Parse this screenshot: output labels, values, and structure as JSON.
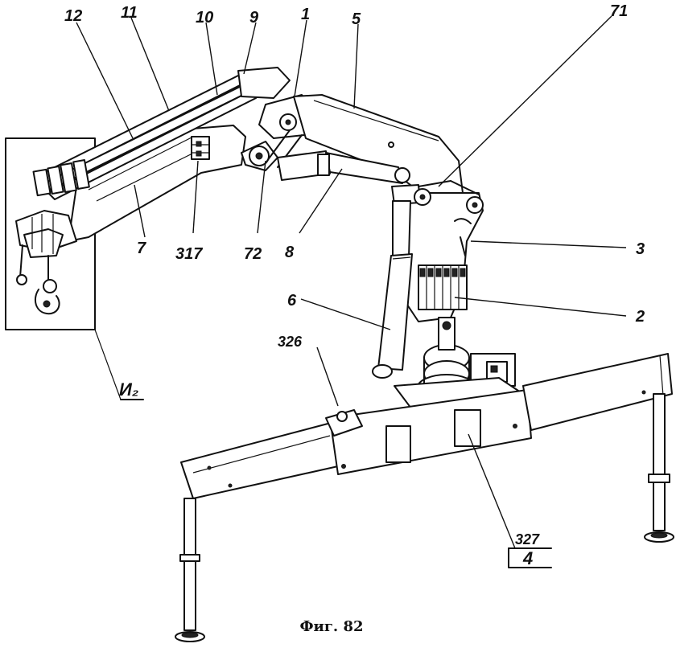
{
  "figure": {
    "caption": "Фиг. 82",
    "callouts": [
      {
        "id": "c12",
        "text": "12"
      },
      {
        "id": "c11",
        "text": "11"
      },
      {
        "id": "c10",
        "text": "10"
      },
      {
        "id": "c9",
        "text": "9"
      },
      {
        "id": "c1",
        "text": "1"
      },
      {
        "id": "c5",
        "text": "5"
      },
      {
        "id": "c71",
        "text": "71"
      },
      {
        "id": "c7",
        "text": "7"
      },
      {
        "id": "c317",
        "text": "317"
      },
      {
        "id": "c72",
        "text": "72"
      },
      {
        "id": "c8",
        "text": "8"
      },
      {
        "id": "c3",
        "text": "3"
      },
      {
        "id": "c6",
        "text": "6"
      },
      {
        "id": "c2",
        "text": "2"
      },
      {
        "id": "c326",
        "text": "326"
      },
      {
        "id": "cI2",
        "text": "И₂"
      },
      {
        "id": "c327",
        "text": "327"
      },
      {
        "id": "c4",
        "text": "4"
      }
    ]
  }
}
